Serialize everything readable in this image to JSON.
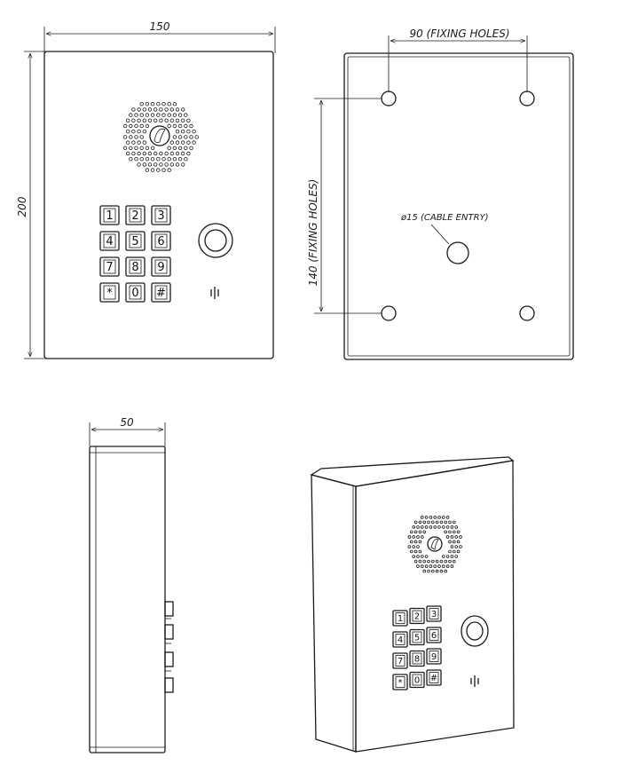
{
  "drawing": {
    "front_view": {
      "width_label": "150",
      "height_label": "200",
      "keys": [
        "1",
        "2",
        "3",
        "4",
        "5",
        "6",
        "7",
        "8",
        "9",
        "*",
        "0",
        "#"
      ]
    },
    "back_view": {
      "hole_spacing_label": "90 (FIXING HOLES)",
      "vertical_spacing_label": "140 (FIXING HOLES)",
      "cable_label": "ø15 (CABLE ENTRY)"
    },
    "side_view": {
      "depth_label": "50"
    },
    "iso_view": {
      "keys": [
        "1",
        "2",
        "3",
        "4",
        "5",
        "6",
        "7",
        "8",
        "9",
        "*",
        "0",
        "#"
      ]
    }
  }
}
